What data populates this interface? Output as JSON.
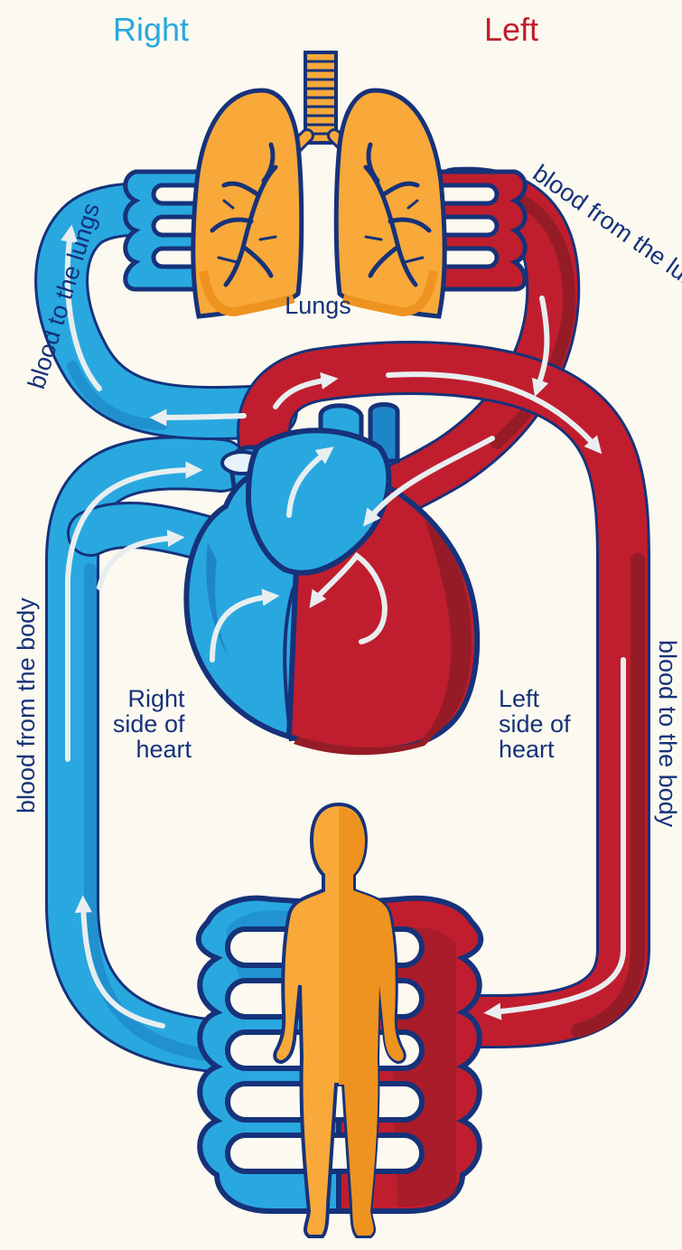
{
  "headers": {
    "right": "Right",
    "left": "Left"
  },
  "labels": {
    "lungs": "Lungs",
    "blood_to_lungs": "blood to the lungs",
    "blood_from_lungs": "blood from the lungs",
    "blood_from_body": "blood from the body",
    "blood_to_body": "blood to the body",
    "right_side": [
      "Right",
      "side of",
      "heart"
    ],
    "left_side": [
      "Left",
      "side of",
      "heart"
    ]
  },
  "colors": {
    "background": "#fcf9f0",
    "deoxygenated_blue": "#29a8e0",
    "deoxygenated_blue_dark": "#1e86c8",
    "oxygenated_red": "#c01e2e",
    "oxygenated_red_dark": "#951c26",
    "outline_navy": "#16327a",
    "organ_orange": "#f8a93a",
    "organ_orange_dark": "#ef9320",
    "arrow_white": "#e8eef0"
  },
  "icons": {
    "lungs": "lungs-icon",
    "heart": "heart-icon",
    "body": "human-body-icon",
    "flow_arrows": "flow-arrow-icon"
  }
}
